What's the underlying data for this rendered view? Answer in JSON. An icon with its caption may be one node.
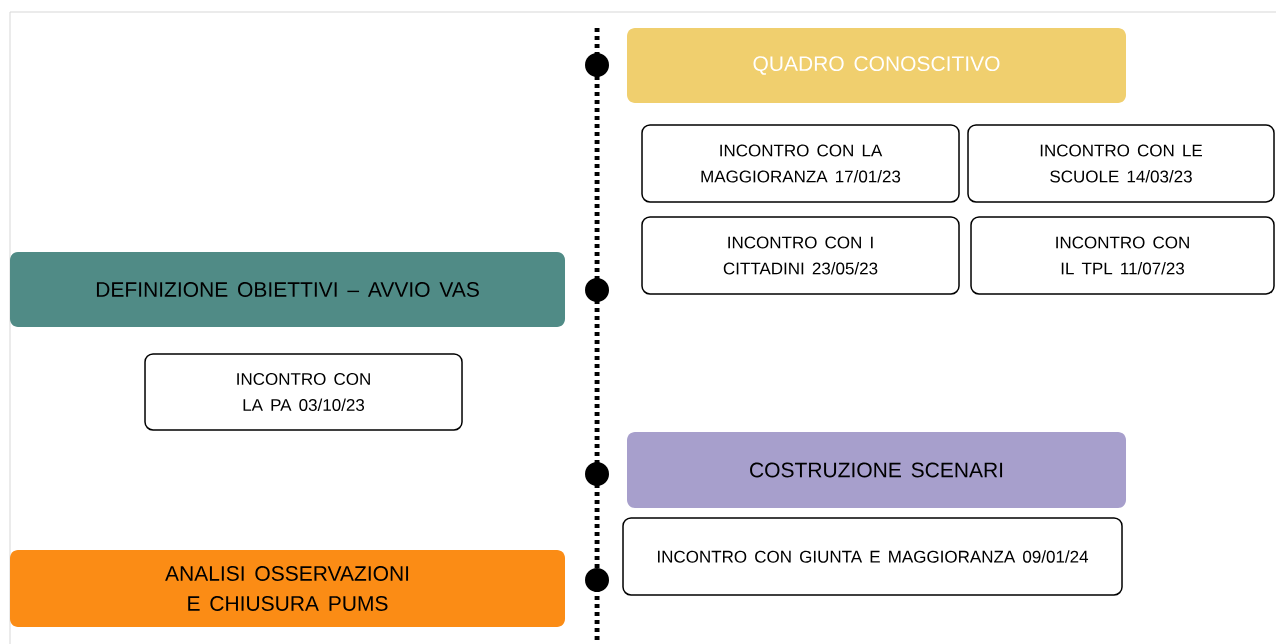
{
  "diagram": {
    "nodes": [
      {
        "text": [
          "QUADRO CONOSCITIVO"
        ]
      },
      {
        "text": [
          "INCONTRO CON LA MAGGIORANZA 17/01/23"
        ]
      },
      {
        "text": [
          "INCONTRO CON LE SCUOLE 14/03/23"
        ]
      },
      {
        "text": [
          "INCONTRO CON I CITTADINI 23/05/23"
        ]
      },
      {
        "text": [
          "INCONTRO CON IL TPL 11/07/23"
        ]
      },
      {
        "text": [
          "DEFINIZIONE OBIETTIVI – AVVIO VAS"
        ]
      },
      {
        "text": [
          "INCONTRO CON LA PA 03/10/23"
        ]
      },
      {
        "text": [
          "COSTRUZIONE SCENARI"
        ]
      },
      {
        "text": [
          "INCONTRO CON GIUNTA E MAGGIORANZA 09/01/24"
        ]
      },
      {
        "text": [
          "ANALISI OSSERVAZIONI E CHIUSURA PUMS"
        ]
      }
    ]
  }
}
